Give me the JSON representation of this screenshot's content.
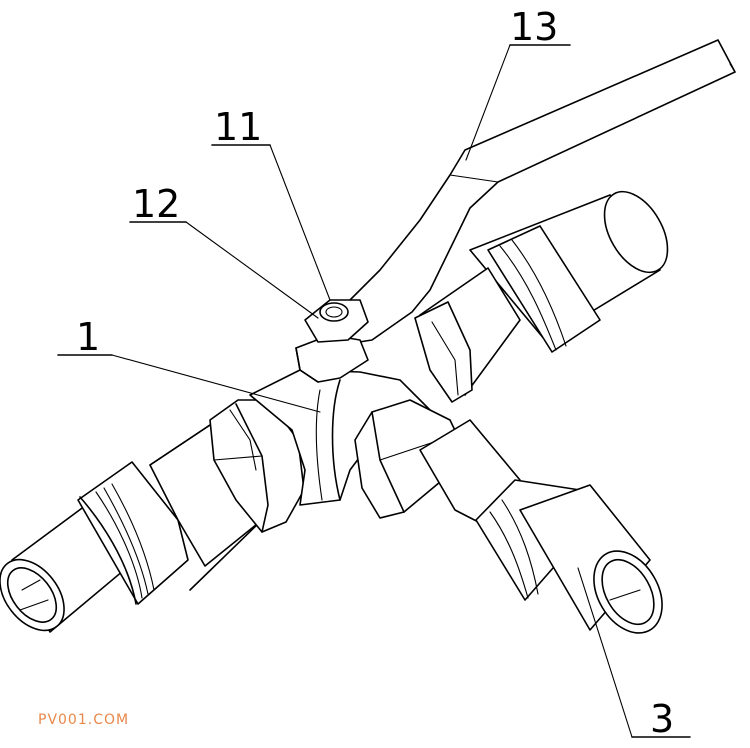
{
  "callouts": {
    "part_13": "13",
    "part_11": "11",
    "part_12": "12",
    "part_1": "1",
    "part_3": "3"
  },
  "watermark": "PV001.COM",
  "colors": {
    "line": "#000000",
    "background": "#ffffff",
    "watermark": "#e8884a"
  }
}
